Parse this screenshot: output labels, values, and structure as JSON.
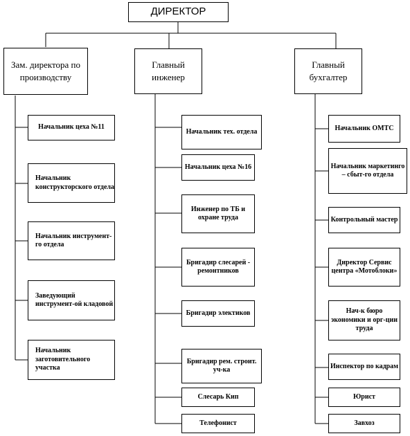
{
  "director": "ДИРЕКТОР",
  "columns": [
    {
      "head": "Зам. директора по производству",
      "items": [
        "Начальник цеха №11",
        "Начальник конструкторского отдела",
        "Начальник инструмент-го отдела",
        "Заведующий инструмент-ой кладовой",
        "Начальник заготовительного участка"
      ]
    },
    {
      "head": "Главный инженер",
      "items": [
        "Начальник тех. отдела",
        "Начальник цеха №16",
        "Инженер по ТБ и охране труда",
        "Бригадир слесарей - ремонтников",
        "Бригадир электиков",
        "Бригадир рем. строит. уч-ка",
        "Слесарь Кип",
        "Телефонист"
      ]
    },
    {
      "head": "Главный бухгалтер",
      "items": [
        "Начальник ОМТС",
        "Начальник маркетинго – сбыт-го отдела",
        "Контрольный мастер",
        "Директор Сервис центра «Мотоблоки»",
        "Нач-к бюро экономики и орг-ции труда",
        "Инспектор по кадрам",
        "Юрист",
        "Завхоз"
      ]
    }
  ]
}
